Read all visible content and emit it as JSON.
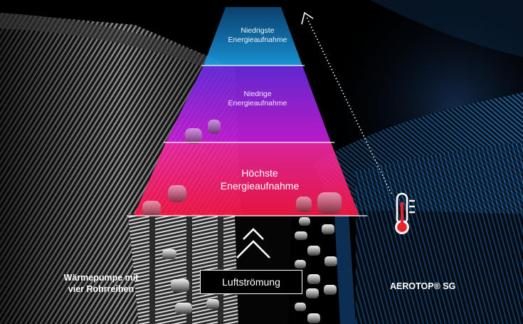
{
  "diagram": {
    "tiers": {
      "top": {
        "line1": "Niedrigste",
        "line2": "Energieaufnahme"
      },
      "middle": {
        "line1": "Niedrige",
        "line2": "Energieaufnahme"
      },
      "bottom": {
        "line1": "Höchste",
        "line2": "Energieaufnahme"
      }
    },
    "left_label": {
      "line1": "Wärmepumpe mit",
      "line2": "vier Rohrreihen"
    },
    "right_label": "AEROTOP® SG",
    "airflow_label": "Luftströmung"
  },
  "icons": [
    "chevron-up-icon",
    "thermometer-icon",
    "dotted-arrow-icon"
  ],
  "colors": {
    "tier_top": "#1ea4e8",
    "tier_middle": "#b322e0",
    "tier_bottom": "#ff1f66",
    "coil_right": "#1a5a9c",
    "coil_left": "#9a9a9a"
  }
}
